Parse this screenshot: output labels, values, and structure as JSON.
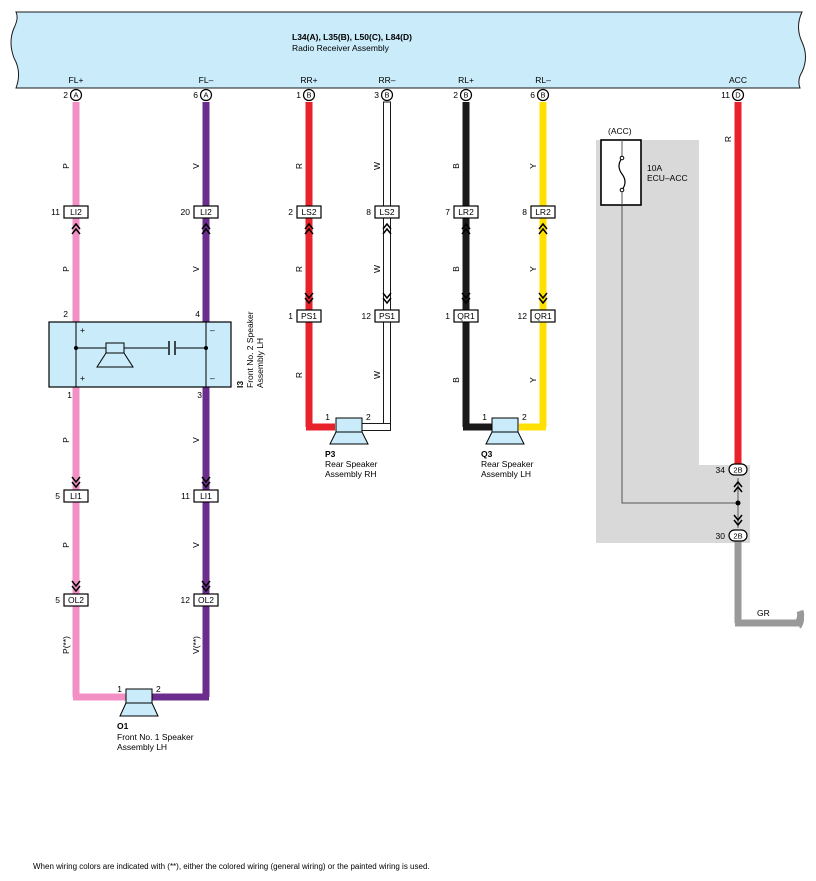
{
  "radio": {
    "codes": "L34(A), L35(B), L50(C), L84(D)",
    "name": "Radio Receiver Assembly",
    "pins": [
      {
        "label": "FL+",
        "num": "2",
        "conn": "A"
      },
      {
        "label": "FL–",
        "num": "6",
        "conn": "A"
      },
      {
        "label": "RR+",
        "num": "1",
        "conn": "B"
      },
      {
        "label": "RR–",
        "num": "3",
        "conn": "B"
      },
      {
        "label": "RL+",
        "num": "2",
        "conn": "B"
      },
      {
        "label": "RL–",
        "num": "6",
        "conn": "B"
      },
      {
        "label": "ACC",
        "num": "11",
        "conn": "D"
      }
    ]
  },
  "wire_colors": {
    "pink": "#f28fc4",
    "violet": "#6b2c8e",
    "red": "#e8222a",
    "black": "#1a1a1a",
    "white": "#ffffff",
    "yellow": "#ffe000",
    "gray": "#999999",
    "radio_fill": "#c9ebfa",
    "junction_fill": "#d9d9d9"
  },
  "wire_labels": {
    "p": "P",
    "v": "V",
    "r": "R",
    "w": "W",
    "b": "B",
    "y": "Y",
    "p_star": "P(**)",
    "v_star": "V(**)",
    "gr": "GR"
  },
  "connectors": {
    "li2": "LI2",
    "li1": "LI1",
    "ol2": "OL2",
    "ls2": "LS2",
    "ps1": "PS1",
    "lr2": "LR2",
    "qr1": "QR1",
    "j2b": "2B"
  },
  "pin_numbers": {
    "li2_p": "11",
    "li2_v": "20",
    "ls2_r": "2",
    "ls2_w": "8",
    "lr2_b": "7",
    "lr2_y": "8",
    "ps1_r": "1",
    "ps1_w": "12",
    "qr1_b": "1",
    "qr1_y": "12",
    "i3_pos_in": "2",
    "i3_neg_in": "4",
    "i3_pos_out": "1",
    "i3_neg_out": "3",
    "li1_p": "5",
    "li1_v": "11",
    "ol2_p": "5",
    "ol2_v": "12",
    "sp1": "1",
    "sp2": "2",
    "j2b_top": "34",
    "j2b_bottom": "30"
  },
  "polarity": {
    "plus": "+",
    "minus": "–"
  },
  "components": {
    "i3": {
      "code": "I3",
      "line1": "Front No. 2 Speaker",
      "line2": "Assembly LH"
    },
    "p3": {
      "code": "P3",
      "line1": "Rear Speaker",
      "line2": "Assembly RH"
    },
    "q3": {
      "code": "Q3",
      "line1": "Rear Speaker",
      "line2": "Assembly LH"
    },
    "o1": {
      "code": "O1",
      "line1": "Front No. 1 Speaker",
      "line2": "Assembly LH"
    }
  },
  "fuse": {
    "box_label": "(ACC)",
    "rating": "10A",
    "name": "ECU–ACC"
  },
  "footnote": "When wiring colors are indicated with (**),  either the colored wiring (general wiring) or the painted wiring is used."
}
